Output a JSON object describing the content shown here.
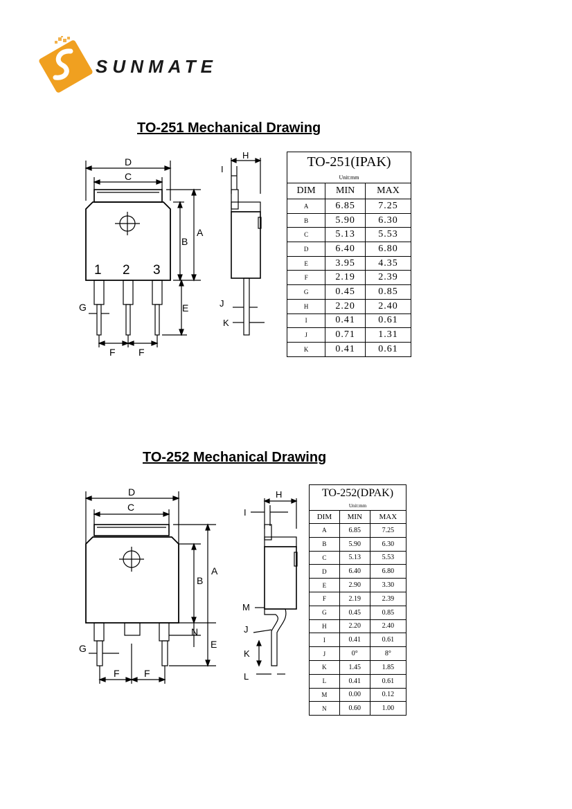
{
  "brand": {
    "name": "SUNMATE",
    "logo_text": "SUNMATE"
  },
  "sections": [
    {
      "title": "TO-251 Mechanical Drawing",
      "drawing_labels": {
        "dims": [
          "D",
          "C",
          "A",
          "B",
          "E",
          "G",
          "F",
          "F",
          "H",
          "I",
          "J",
          "K"
        ],
        "pins": [
          "1",
          "2",
          "3"
        ]
      },
      "table": {
        "title": "TO-251(IPAK)",
        "unit": "Unit:mm",
        "columns": [
          "DIM",
          "MIN",
          "MAX"
        ],
        "rows": [
          [
            "A",
            "6.85",
            "7.25"
          ],
          [
            "B",
            "5.90",
            "6.30"
          ],
          [
            "C",
            "5.13",
            "5.53"
          ],
          [
            "D",
            "6.40",
            "6.80"
          ],
          [
            "E",
            "3.95",
            "4.35"
          ],
          [
            "F",
            "2.19",
            "2.39"
          ],
          [
            "G",
            "0.45",
            "0.85"
          ],
          [
            "H",
            "2.20",
            "2.40"
          ],
          [
            "I",
            "0.41",
            "0.61"
          ],
          [
            "J",
            "0.71",
            "1.31"
          ],
          [
            "K",
            "0.41",
            "0.61"
          ]
        ]
      }
    },
    {
      "title": "TO-252 Mechanical Drawing",
      "drawing_labels": {
        "dims": [
          "D",
          "C",
          "A",
          "B",
          "N",
          "E",
          "G",
          "F",
          "F",
          "H",
          "I",
          "M",
          "J",
          "K",
          "L"
        ]
      },
      "table": {
        "title": "TO-252(DPAK)",
        "unit": "Unit:mm",
        "columns": [
          "DIM",
          "MIN",
          "MAX"
        ],
        "rows": [
          [
            "A",
            "6.85",
            "7.25"
          ],
          [
            "B",
            "5.90",
            "6.30"
          ],
          [
            "C",
            "5.13",
            "5.53"
          ],
          [
            "D",
            "6.40",
            "6.80"
          ],
          [
            "E",
            "2.90",
            "3.30"
          ],
          [
            "F",
            "2.19",
            "2.39"
          ],
          [
            "G",
            "0.45",
            "0.85"
          ],
          [
            "H",
            "2.20",
            "2.40"
          ],
          [
            "I",
            "0.41",
            "0.61"
          ],
          [
            "J",
            "0°",
            "8°"
          ],
          [
            "K",
            "1.45",
            "1.85"
          ],
          [
            "L",
            "0.41",
            "0.61"
          ],
          [
            "M",
            "0.00",
            "0.12"
          ],
          [
            "N",
            "0.60",
            "1.00"
          ]
        ]
      }
    }
  ]
}
